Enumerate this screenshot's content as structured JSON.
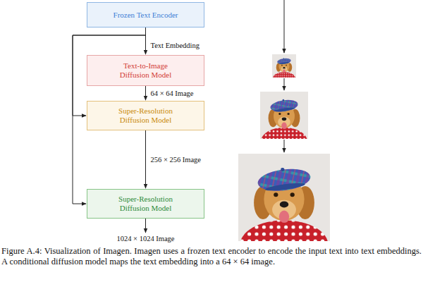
{
  "diagram": {
    "caption": "Figure A.4: Visualization of Imagen. Imagen uses a frozen text encoder to encode the input text into text embeddings. A conditional diffusion model maps the text embedding into a 64 × 64 image.",
    "nodes": [
      {
        "text": [
          "Frozen Text Encoder"
        ]
      },
      {
        "text": [
          "Text-to-Image Diffusion Model"
        ]
      },
      {
        "text": [
          "Super-Resolution Diffusion Model"
        ]
      },
      {
        "text": [
          "Super-Resolution Diffusion Model"
        ]
      }
    ],
    "edges": [
      {
        "from": 0,
        "to": 1,
        "arrow": "to",
        "label": "Text Embedding"
      },
      {
        "from": 0,
        "to": 2,
        "arrow": "to"
      },
      {
        "from": 0,
        "to": 3,
        "arrow": "to"
      },
      {
        "from": 1,
        "to": 2,
        "arrow": "to",
        "label": "64 × 64 Image"
      },
      {
        "from": 2,
        "to": 3,
        "arrow": "to",
        "label": "256 × 256 Image"
      }
    ],
    "labels": [
      "1024 × 1024 Image"
    ]
  }
}
